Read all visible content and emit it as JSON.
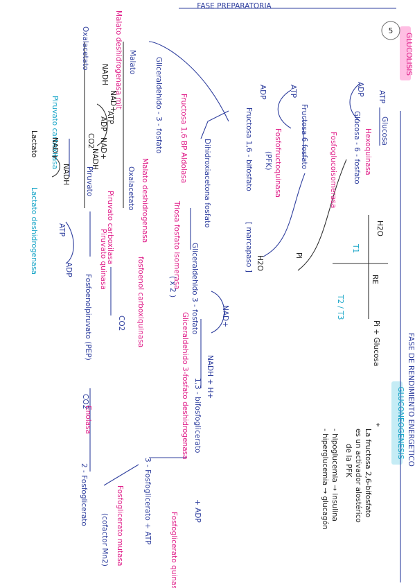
{
  "page": {
    "number": "5"
  },
  "headers": {
    "glucolisis": "GLUCOLISIS",
    "gluconeogenesis": "GLUCONEOGENESIS",
    "fase_preparatoria": "FASE PREPARATORIA",
    "fase_rendimiento": "FASE DE RENDIMIENTO ENERGETICO"
  },
  "glycolysis": {
    "atp": "ATP",
    "adp": "ADP",
    "glucosa": "Glucosa",
    "hexoquinasa": "Hexoquinasa",
    "glucosa6p": "Glucosa - 6 - fosfato",
    "fosfoglucoisomerasa": "Fosfoglucoisomerasa",
    "atp2": "ATP",
    "adp2": "ADP",
    "fructosa6p": "Fructosa 6 fosfato",
    "pfk": "Fosfofructoquinasa",
    "pfk_abbr": "(PFK)",
    "fructosa16": "Fructosa 1,6 - bifosfato",
    "marcapaso": "[ marcapaso ]",
    "h2o_a": "H2O",
    "h2o_b": "H2O",
    "pi": "Pi",
    "t1": "T1",
    "t2t3": "T2 / T3",
    "re": "RE",
    "pi_glucosa": "Pi + Glucosa",
    "aldolasa_enz": "Fructosa 1,6 BP Aldolasa",
    "dhap": "Dihidroxiacetona fosfato",
    "tpi": "Triosa fosfato isomerasa",
    "g3p_left": "Gliceraldehido - 3 - fosfato",
    "g3p_right": "Gliceraldehido 3 - fosfato",
    "x2": "( x 2 )",
    "nad": "NAD+",
    "nadh_h": "NADH + H+",
    "g3pdh": "Gliceraldehido 3-fosfato deshidrogenasa",
    "bpg13": "1,3 - bifosfoglicerato",
    "plus_adp": "+ ADP",
    "pgk": "Fosfoglicerato quinasa",
    "pg3": "3 - Fosfoglicerato + ATP",
    "pgm": "Fosfoglicerato mutasa",
    "cofactor": "(cofactor Mn2)",
    "pg2": "2 - Fosfoglicerato",
    "enolasa": "Enolasa",
    "co2_right": "CO2",
    "pep": "Fosfoenolpiruvato (PEP)"
  },
  "gluconeogenesis": {
    "pepck": "fosfoenol carboxiquinasa",
    "co2": "CO2",
    "piruvato_quinasa": "Piruvato quinasa",
    "atp": "ATP",
    "adp": "ADP",
    "piruvato": "Piruvato",
    "piruvato_carboxilasa_a": "Piruvato carboxilasa",
    "piruvato_carboxilasa_b": "Piruvato carboxilasa",
    "oxalacetato_a": "Oxalacetato",
    "oxalacetato_b": "Oxalacetato",
    "malato_a": "Malato",
    "malato_dh_a": "Malato deshidrogenasa",
    "malato_dh_b": "Malato deshidrogenasa mit",
    "nad_a": "NAD+",
    "nadh_a": "NADH",
    "nad_b": "NAD+",
    "nadh_b": "NADH",
    "atp_b": "ATP",
    "adp_b": "ADP",
    "co2_b": "CO2",
    "lactato": "Lactato",
    "lactato_dh": "Lactato deshidrogenasa",
    "nad_c": "NAD+",
    "nadh_c": "NADH"
  },
  "notes": {
    "star": "*",
    "n1": "La fructosa 2,6-bifosfato",
    "n2": "es un activador alostérico",
    "n3": "de la PFK",
    "n4": "- hipoglucemia → insulina",
    "n5": "- hiperglucemia → glucagón"
  }
}
